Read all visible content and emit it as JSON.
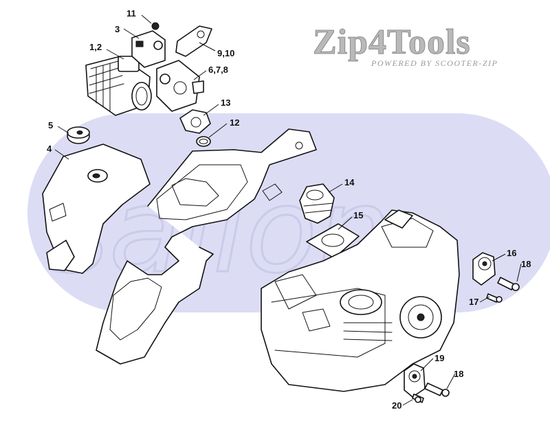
{
  "logo": {
    "title": "Zip4Tools",
    "subtitle": "POWERED BY SCOOTER-ZIP"
  },
  "watermark": {
    "text": "sallon",
    "color": "#dcdcf5"
  },
  "callouts": {
    "c11": "11",
    "c3": "3",
    "c12a": "1,2",
    "c910": "9,10",
    "c678": "6,7,8",
    "c13": "13",
    "c12": "12",
    "c5": "5",
    "c4": "4",
    "c14": "14",
    "c15": "15",
    "c16": "16",
    "c18a": "18",
    "c17": "17",
    "c19": "19",
    "c18b": "18",
    "c20": "20"
  }
}
